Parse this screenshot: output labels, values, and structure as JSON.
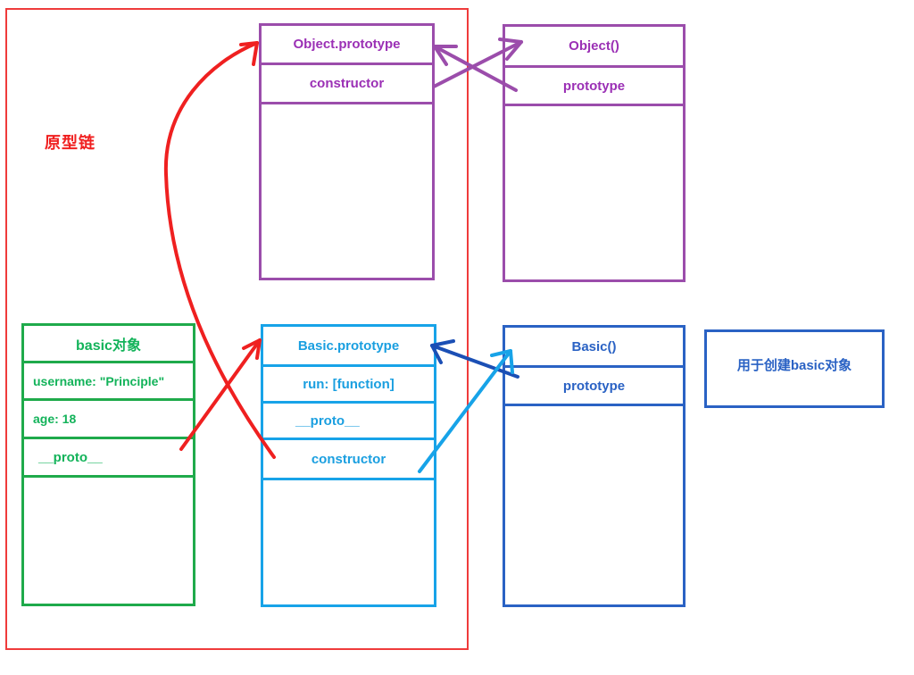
{
  "diagram": {
    "title": "原型链",
    "frame_color": "#ef3b3b",
    "label_color": "#f01f1f"
  },
  "boxes": {
    "object_prototype": {
      "title": "Object.prototype",
      "color": "#9b30b5",
      "rows": [
        "Object.prototype",
        "constructor",
        ""
      ]
    },
    "object_ctor": {
      "title": "Object()",
      "color": "#9b30b5",
      "rows": [
        "Object()",
        "prototype",
        ""
      ]
    },
    "basic_object": {
      "title": "basic对象",
      "color": "#13b35a",
      "rows": [
        "basic对象",
        "username: \"Principle\"",
        "age: 18",
        "__proto__",
        ""
      ]
    },
    "basic_prototype": {
      "title": "Basic.prototype",
      "color": "#1a9fe0",
      "rows": [
        "Basic.prototype",
        "run: [function]",
        "__proto__",
        "constructor",
        ""
      ]
    },
    "basic_ctor": {
      "title": "Basic()",
      "color": "#2a62c4",
      "rows": [
        "Basic()",
        "prototype",
        ""
      ]
    }
  },
  "note": {
    "text": "用于创建basic对象",
    "color": "#2a62c4"
  },
  "arrow_colors": {
    "red": "#ef2020",
    "purple": "#9b4dab",
    "dark_blue": "#1b4fb5",
    "light_blue": "#17a3e8"
  }
}
